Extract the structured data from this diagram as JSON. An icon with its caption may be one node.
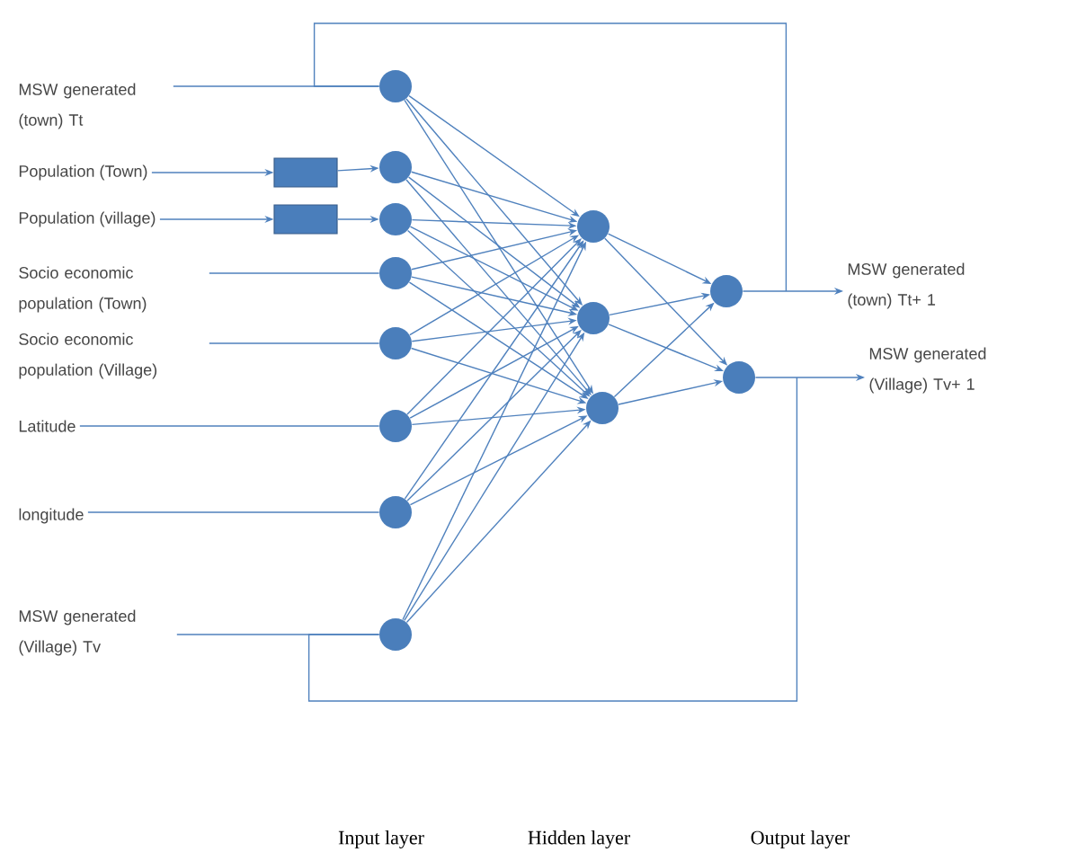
{
  "diagram": {
    "nodes": [
      {
        "text": [
          "MSW generated (town) Tt"
        ]
      },
      {
        "text": [
          "Population (Town)"
        ]
      },
      {
        "text": [
          "Population (village)"
        ]
      },
      {
        "text": [
          "Socio economic population (Town)"
        ]
      },
      {
        "text": [
          "Socio economic population (Village)"
        ]
      },
      {
        "text": [
          "Latitude"
        ]
      },
      {
        "text": [
          "longitude"
        ]
      },
      {
        "text": [
          "MSW  generated (Village) Tv"
        ]
      },
      {
        "text": [],
        "shape": "box"
      },
      {
        "text": [],
        "shape": "box"
      },
      {
        "text": [],
        "shape": "circle"
      },
      {
        "text": [],
        "shape": "circle"
      },
      {
        "text": [],
        "shape": "circle"
      },
      {
        "text": [],
        "shape": "circle"
      },
      {
        "text": [],
        "shape": "circle"
      },
      {
        "text": [],
        "shape": "circle"
      },
      {
        "text": [],
        "shape": "circle"
      },
      {
        "text": [],
        "shape": "circle"
      },
      {
        "text": [],
        "shape": "circle"
      },
      {
        "text": [],
        "shape": "circle"
      },
      {
        "text": [],
        "shape": "circle"
      },
      {
        "text": [],
        "shape": "circle"
      },
      {
        "text": [],
        "shape": "circle"
      },
      {
        "text": [
          "MSW generated (town)    Tt+ 1"
        ]
      },
      {
        "text": [
          "MSW generated (Village)    Tv+ 1"
        ]
      }
    ],
    "edges": [
      {
        "from": 0,
        "to": 10,
        "arrow": "none"
      },
      {
        "from": 1,
        "to": 8,
        "arrow": "to"
      },
      {
        "from": 8,
        "to": 11,
        "arrow": "to"
      },
      {
        "from": 2,
        "to": 9,
        "arrow": "to"
      },
      {
        "from": 9,
        "to": 12,
        "arrow": "to"
      },
      {
        "from": 3,
        "to": 13,
        "arrow": "none"
      },
      {
        "from": 4,
        "to": 14,
        "arrow": "none"
      },
      {
        "from": 5,
        "to": 15,
        "arrow": "none"
      },
      {
        "from": 6,
        "to": 16,
        "arrow": "none"
      },
      {
        "from": 7,
        "to": 17,
        "arrow": "none"
      },
      {
        "from": 10,
        "to": 18,
        "arrow": "to"
      },
      {
        "from": 10,
        "to": 19,
        "arrow": "to"
      },
      {
        "from": 10,
        "to": 20,
        "arrow": "to"
      },
      {
        "from": 11,
        "to": 18,
        "arrow": "to"
      },
      {
        "from": 11,
        "to": 19,
        "arrow": "to"
      },
      {
        "from": 11,
        "to": 20,
        "arrow": "to"
      },
      {
        "from": 12,
        "to": 18,
        "arrow": "to"
      },
      {
        "from": 12,
        "to": 19,
        "arrow": "to"
      },
      {
        "from": 12,
        "to": 20,
        "arrow": "to"
      },
      {
        "from": 13,
        "to": 18,
        "arrow": "to"
      },
      {
        "from": 13,
        "to": 19,
        "arrow": "to"
      },
      {
        "from": 13,
        "to": 20,
        "arrow": "to"
      },
      {
        "from": 14,
        "to": 18,
        "arrow": "to"
      },
      {
        "from": 14,
        "to": 19,
        "arrow": "to"
      },
      {
        "from": 14,
        "to": 20,
        "arrow": "to"
      },
      {
        "from": 15,
        "to": 18,
        "arrow": "to"
      },
      {
        "from": 15,
        "to": 19,
        "arrow": "to"
      },
      {
        "from": 15,
        "to": 20,
        "arrow": "to"
      },
      {
        "from": 16,
        "to": 18,
        "arrow": "to"
      },
      {
        "from": 16,
        "to": 19,
        "arrow": "to"
      },
      {
        "from": 16,
        "to": 20,
        "arrow": "to"
      },
      {
        "from": 17,
        "to": 18,
        "arrow": "to"
      },
      {
        "from": 17,
        "to": 19,
        "arrow": "to"
      },
      {
        "from": 17,
        "to": 20,
        "arrow": "to"
      },
      {
        "from": 18,
        "to": 21,
        "arrow": "to"
      },
      {
        "from": 18,
        "to": 22,
        "arrow": "to"
      },
      {
        "from": 19,
        "to": 21,
        "arrow": "to"
      },
      {
        "from": 19,
        "to": 22,
        "arrow": "to"
      },
      {
        "from": 20,
        "to": 21,
        "arrow": "to"
      },
      {
        "from": 20,
        "to": 22,
        "arrow": "to"
      },
      {
        "from": 21,
        "to": 23,
        "arrow": "to"
      },
      {
        "from": 22,
        "to": 24,
        "arrow": "to"
      },
      {
        "from": 21,
        "to": 10,
        "arrow": "none"
      },
      {
        "from": 22,
        "to": 17,
        "arrow": "none"
      }
    ],
    "labels": [
      "Input layer",
      "Hidden layer",
      "Output layer"
    ]
  }
}
